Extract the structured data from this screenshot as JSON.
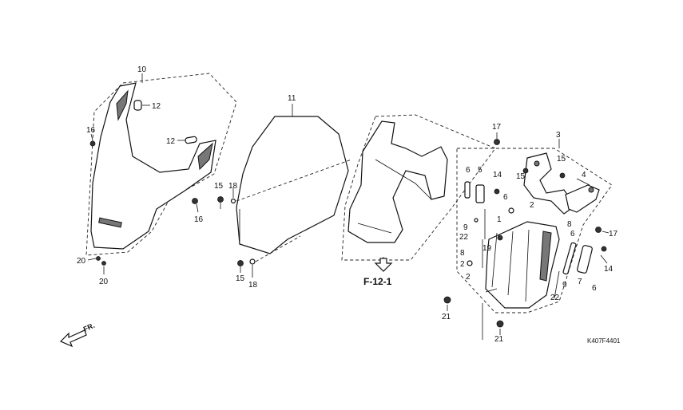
{
  "callouts": {
    "c10": "10",
    "c12a": "12",
    "c12b": "12",
    "c16a": "16",
    "c16b": "16",
    "c20a": "20",
    "c20b": "20",
    "c11": "11",
    "c15a": "15",
    "c18a": "18",
    "c15b": "15",
    "c18b": "18",
    "c17a": "17",
    "c3": "3",
    "c15c": "15",
    "c15d": "15",
    "c4": "4",
    "c6a": "6",
    "c5": "5",
    "c14a": "14",
    "c6b": "6",
    "c2a": "2",
    "c9a": "9",
    "c22a": "22",
    "c1": "1",
    "c8a": "8",
    "c19": "19",
    "c2b": "2",
    "c2c": "2",
    "c17b": "17",
    "c6c": "6",
    "c8b": "8",
    "c14b": "14",
    "c9b": "9",
    "c7": "7",
    "c6d": "6",
    "c22b": "22",
    "c21a": "21",
    "c21b": "21"
  },
  "reference": "F-12-1",
  "direction_label": "FR.",
  "diagram_code": "K407F4401"
}
